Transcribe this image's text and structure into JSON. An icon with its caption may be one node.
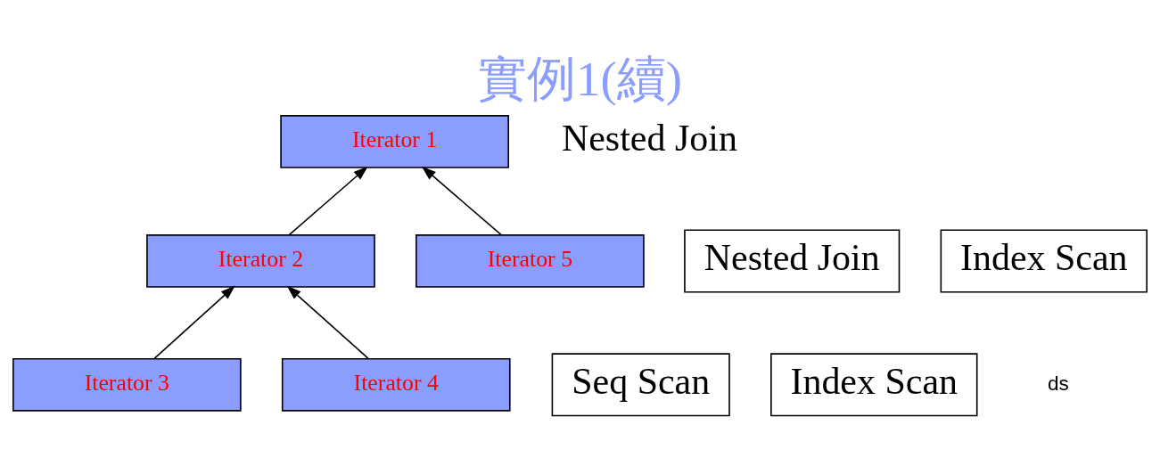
{
  "diagram": {
    "title": "實例1(續)",
    "nodes": [
      {
        "text": [
          "Iterator 1"
        ],
        "beside": [
          "Nested Join"
        ]
      },
      {
        "text": [
          "Nested Join"
        ]
      },
      {
        "text": [
          "Index Scan"
        ]
      },
      {
        "text": [
          "Iterator 2"
        ]
      },
      {
        "text": [
          "Iterator 5"
        ]
      },
      {
        "text": [
          "Seq Scan"
        ]
      },
      {
        "text": [
          "Index Scan"
        ]
      },
      {
        "text": [
          "Iterator 3"
        ]
      },
      {
        "text": [
          "Iterator 4"
        ]
      }
    ],
    "edges": [
      {
        "from": 3,
        "to": 0,
        "arrow": "to"
      },
      {
        "from": 4,
        "to": 0,
        "arrow": "to"
      },
      {
        "from": 7,
        "to": 3,
        "arrow": "to"
      },
      {
        "from": 8,
        "to": 3,
        "arrow": "to"
      }
    ],
    "labels": [
      "ds"
    ]
  }
}
